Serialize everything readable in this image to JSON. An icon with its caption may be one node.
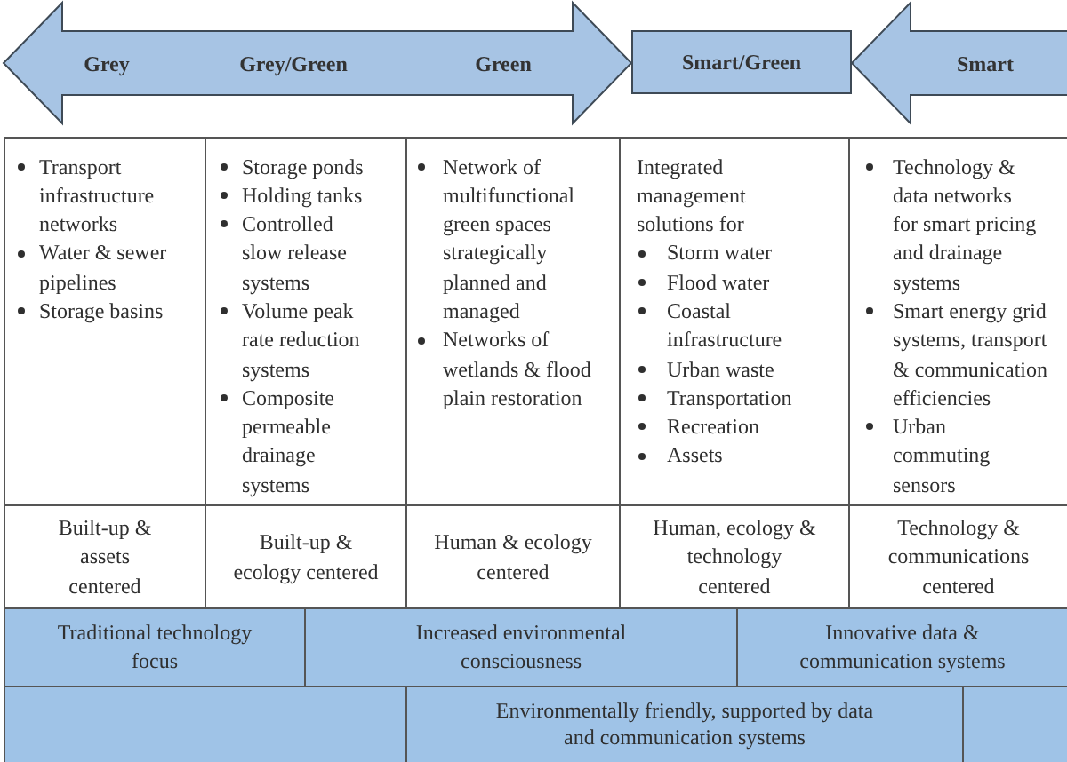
{
  "diagram": {
    "nodes": [
      {
        "text": [
          "Grey",
          "Grey/Green",
          "Green"
        ]
      },
      {
        "text": [
          "Smart/Green"
        ]
      },
      {
        "text": [
          "Smart"
        ]
      },
      {
        "text": [
          "Transport infrastructure networks",
          "Water & sewer pipelines",
          "Storage basins"
        ]
      },
      {
        "text": [
          "Storage ponds",
          "Holding tanks",
          "Controlled slow release systems",
          "Volume peak rate reduction systems",
          "Composite permeable drainage systems"
        ]
      },
      {
        "text": [
          "Network of multifunctional green spaces strategically planned and managed",
          "Networks of wetlands & flood plain restoration"
        ]
      },
      {
        "text": [
          "Integrated management solutions for",
          "Storm water",
          "Flood water",
          "Coastal infrastructure",
          "Urban waste",
          "Transportation",
          "Recreation",
          "Assets"
        ]
      },
      {
        "text": [
          "Technology & data networks for smart pricing and drainage systems",
          "Smart energy grid systems, transport & communication efficiencies",
          "Urban commuting sensors"
        ]
      },
      {
        "text": [
          "Built-up & assets centered"
        ]
      },
      {
        "text": [
          "Built-up & ecology centered"
        ]
      },
      {
        "text": [
          "Human & ecology centered"
        ]
      },
      {
        "text": [
          "Human, ecology & technology centered"
        ]
      },
      {
        "text": [
          "Technology & communications centered"
        ]
      },
      {
        "text": [
          "Traditional technology focus"
        ]
      },
      {
        "text": [
          "Increased environmental consciousness"
        ]
      },
      {
        "text": [
          "Innovative data & communication systems"
        ]
      },
      {
        "text": [],
        "shape": "box"
      },
      {
        "text": [
          "Environmentally friendly, supported by data and communication systems"
        ]
      },
      {
        "text": [],
        "shape": "box"
      }
    ],
    "edges": [
      {
        "from": 0,
        "to": 1,
        "arrow": "both"
      },
      {
        "from": 2,
        "to": 1,
        "arrow": "to"
      }
    ]
  }
}
